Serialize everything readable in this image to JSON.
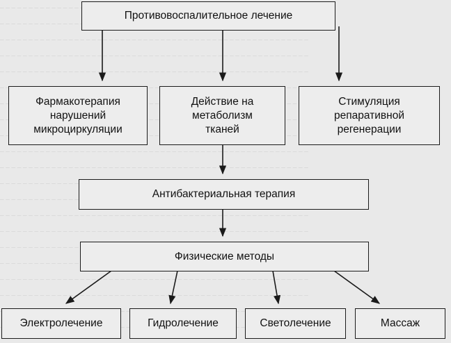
{
  "diagram": {
    "root": "Противовоспалительное лечение",
    "branches": [
      "Фармакотерапия\nнарушений\nмикроциркуляции",
      "Действие на\nметаболизм\nтканей",
      "Стимуляция\nрепаративной\nрегенерации"
    ],
    "antibacterial": "Антибактериальная терапия",
    "physical": "Физические методы",
    "methods": [
      "Электролечение",
      "Гидролечение",
      "Светолечение",
      "Массаж"
    ]
  },
  "colors": {
    "line": "#1a1a1a",
    "box_fill": "#ededed",
    "page": "#e9e9e9"
  }
}
